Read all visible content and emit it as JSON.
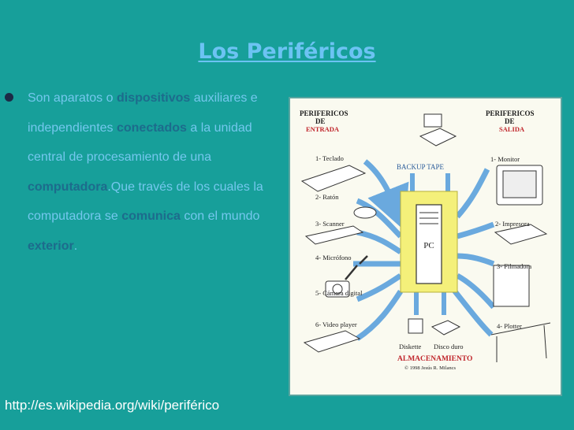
{
  "slide": {
    "title": "Los Periféricos",
    "text": {
      "t1": "Son aparatos o ",
      "b1": "dispositivos",
      "t2": " auxiliares e independientes ",
      "b2": "conectados",
      "t3": " a la unidad central de procesamiento de una ",
      "b3": "computadora",
      "t4": ".Que  través de los cuales la computadora se ",
      "b4": "comunica",
      "t5": " con el mundo ",
      "b5": "exterior",
      "t6": "."
    },
    "source_url": "http://es.wikipedia.org/wiki/periférico"
  },
  "figure": {
    "input_header": [
      "PERIFERICOS",
      "DE"
    ],
    "input_header_red": "ENTRADA",
    "output_header": [
      "PERIFERICOS",
      "DE"
    ],
    "output_header_red": "SALIDA",
    "input_items": [
      "1- Teclado",
      "2- Ratón",
      "3- Scanner",
      "4- Micrófono",
      "5- Cámara digital",
      "6- Video player"
    ],
    "output_items": [
      "1- Monitor",
      "2- Impresora",
      "3- Filmadora",
      "4- Plotter"
    ],
    "backup_label": "BACKUP TAPE",
    "pc_label": "PC",
    "storage_items": [
      "Diskette",
      "Disco duro"
    ],
    "storage_header": "ALMACENAMIENTO",
    "credit": "© 1998 Jesús R. Milancs",
    "colors": {
      "yellow_box": "#f4f07a",
      "arrow_blue": "#3a8fd8",
      "red_label": "#c0262c"
    }
  }
}
